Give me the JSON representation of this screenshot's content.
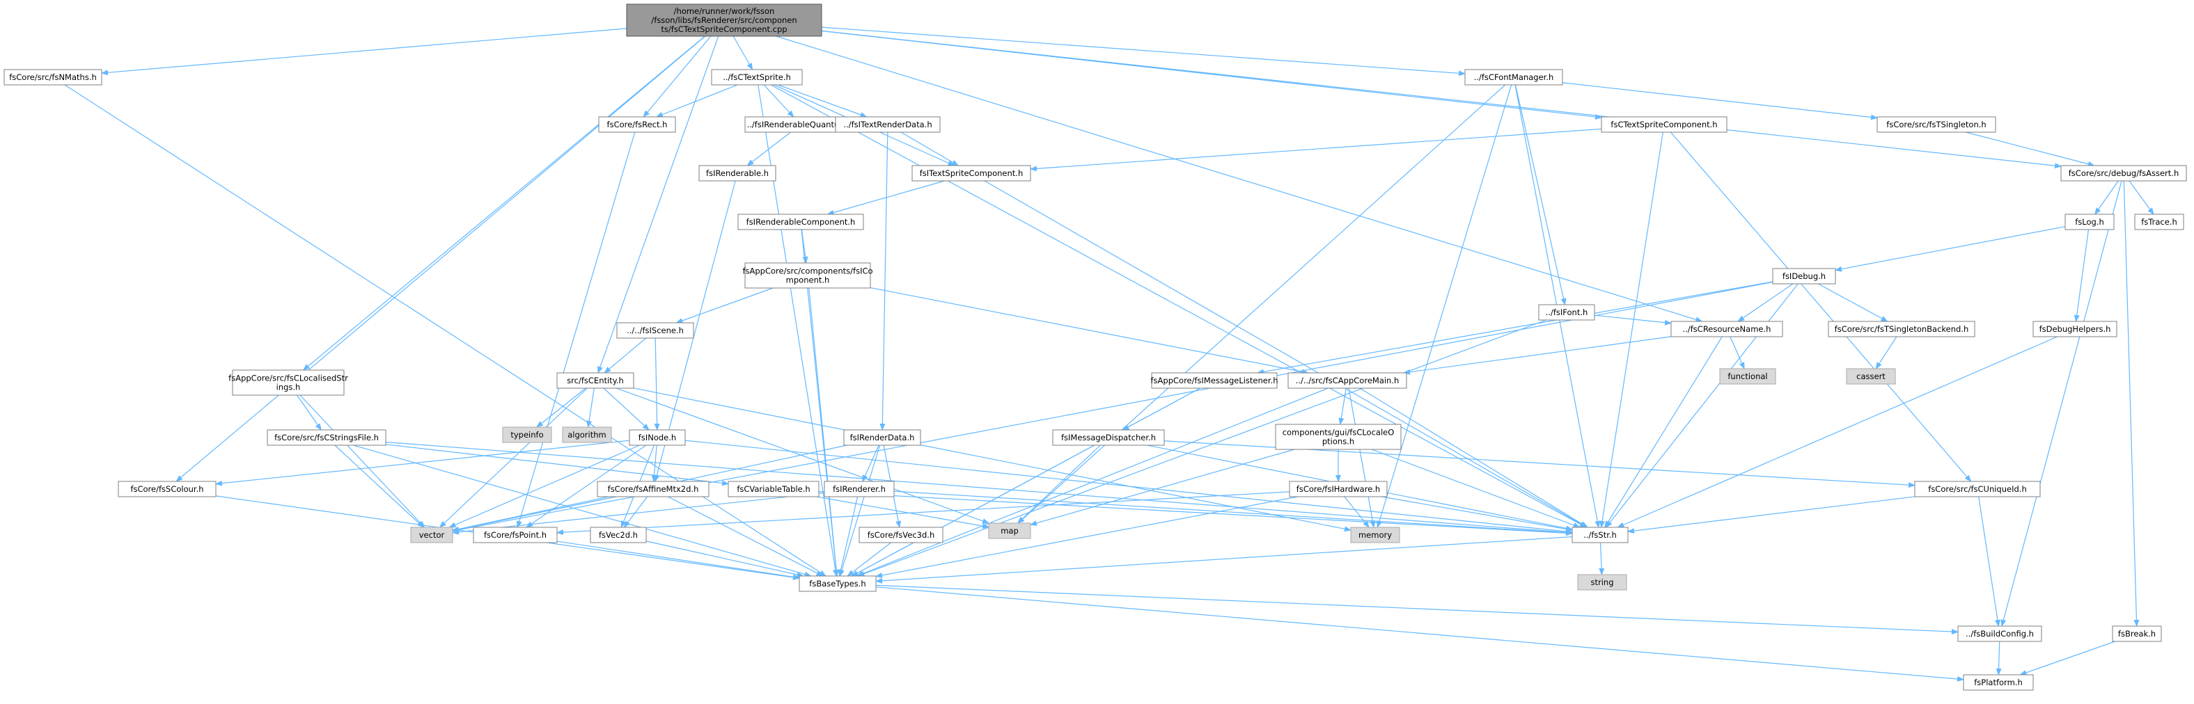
{
  "colors": {
    "edge": "#63b8ff",
    "node_border": "#7f7f7f",
    "root_fill": "#999999",
    "system_fill": "#d9d9d9",
    "background": "#ffffff"
  },
  "nodes": {
    "root": "/home/runner/work/fsson/fsson/libs/fsRenderer/src/components/fsCTextSpriteComponent.cpp",
    "fsnmaths": "fsCore/src/fsNMaths.h",
    "fsctextsprite": "../fsCTextSprite.h",
    "fscfontmanager": "../fsCFontManager.h",
    "fsrect": "fsCore/fsRect.h",
    "fsirenderablequantum": "../fsIRenderableQuantum.h",
    "fsitextrenderdata": "../fsITextRenderData.h",
    "fsctextspritecomponent_h": "fsCTextSpriteComponent.h",
    "fsctsingleton": "fsCore/src/fsTSingleton.h",
    "fsassert": "fsCore/src/debug/fsAssert.h",
    "fsirenderable": "fsIRenderable.h",
    "fsitextspritecomponent": "fsITextSpriteComponent.h",
    "fsirenderablecomponent": "fsIRenderableComponent.h",
    "fsicomponent": "fsAppCore/src/components/fsIComponent.h",
    "fsiscene": "../../fsIScene.h",
    "fscentity": "src/fsCEntity.h",
    "fsclocalisedstrings": "fsAppCore/src/fsCLocalisedStrings.h",
    "fscstringsfile": "fsCore/src/fsCStringsFile.h",
    "fsifont": "../fsIFont.h",
    "fscresourcename": "../fsCResourceName.h",
    "fslog": "fsLog.h",
    "fstrace": "fsTrace.h",
    "fsidebug": "fsIDebug.h",
    "fstsingletonbackend": "fsCore/src/fsTSingletonBackend.h",
    "fsdebughelpers": "fsDebugHelpers.h",
    "cassert": "cassert",
    "functional": "functional",
    "fsimessagelistener": "fsAppCore/fsIMessageListener.h",
    "fscappcoremain": "../../src/fsCAppCoreMain.h",
    "typeinfo": "typeinfo",
    "algorithm": "algorithm",
    "fsinode": "fsINode.h",
    "fsirenderdata": "fsIRenderData.h",
    "fsimessagedispatcher": "fsIMessageDispatcher.h",
    "fsclocaleoptions": "components/gui/fsCLocaleOptions.h",
    "fsscolour": "fsCore/fsSColour.h",
    "fsaffinemtx2d": "fsCore/fsAffineMtx2d.h",
    "fscvariabletable": "fsCVariableTable.h",
    "fsirenderer": "fsIRenderer.h",
    "fscihardware": "fsCore/fsIHardware.h",
    "fscuniqueid": "fsCore/src/fsCUniqueId.h",
    "vector": "vector",
    "fspoint": "fsCore/fsPoint.h",
    "fsvec2d": "fsVec2d.h",
    "map": "map",
    "fsvec3d": "fsCore/fsVec3d.h",
    "memory": "memory",
    "fsstr": "../fsStr.h",
    "string": "string",
    "fsbasetypes": "fsBaseTypes.h",
    "fsbuildconfig": "../fsBuildConfig.h",
    "fsbreak": "fsBreak.h",
    "fsplatform": "fsPlatform.h"
  }
}
